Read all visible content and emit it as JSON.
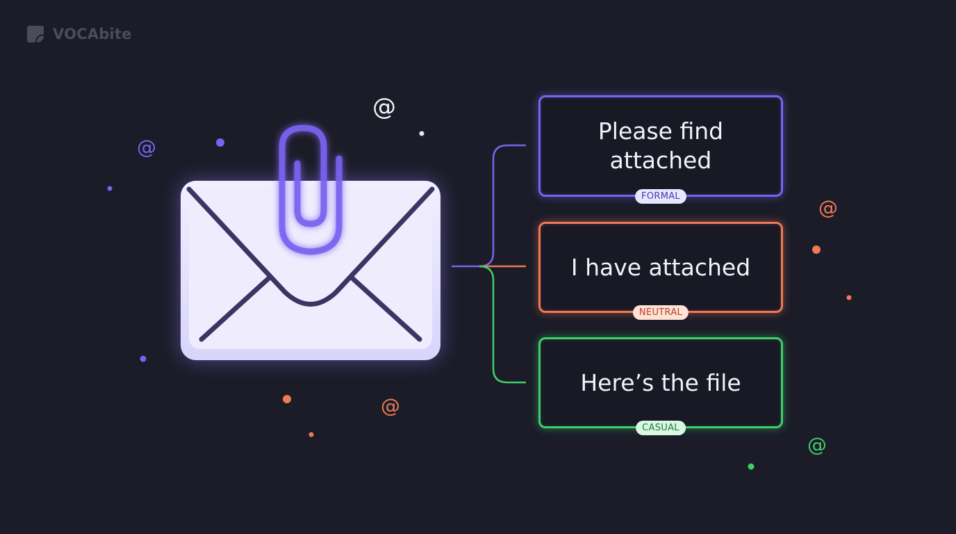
{
  "brand": {
    "name": "VOCAbite"
  },
  "email_icon": {
    "icon": "envelope-with-paperclip-icon",
    "accent": "#7a63f0"
  },
  "phrases": [
    {
      "text": "Please find attached",
      "register": "FORMAL",
      "color": "#7a63f0"
    },
    {
      "text": "I have attached",
      "register": "NEUTRAL",
      "color": "#ef7a55"
    },
    {
      "text": "Here’s the file",
      "register": "CASUAL",
      "color": "#3fcf6a"
    }
  ],
  "decorations": {
    "at_symbol": "@"
  }
}
